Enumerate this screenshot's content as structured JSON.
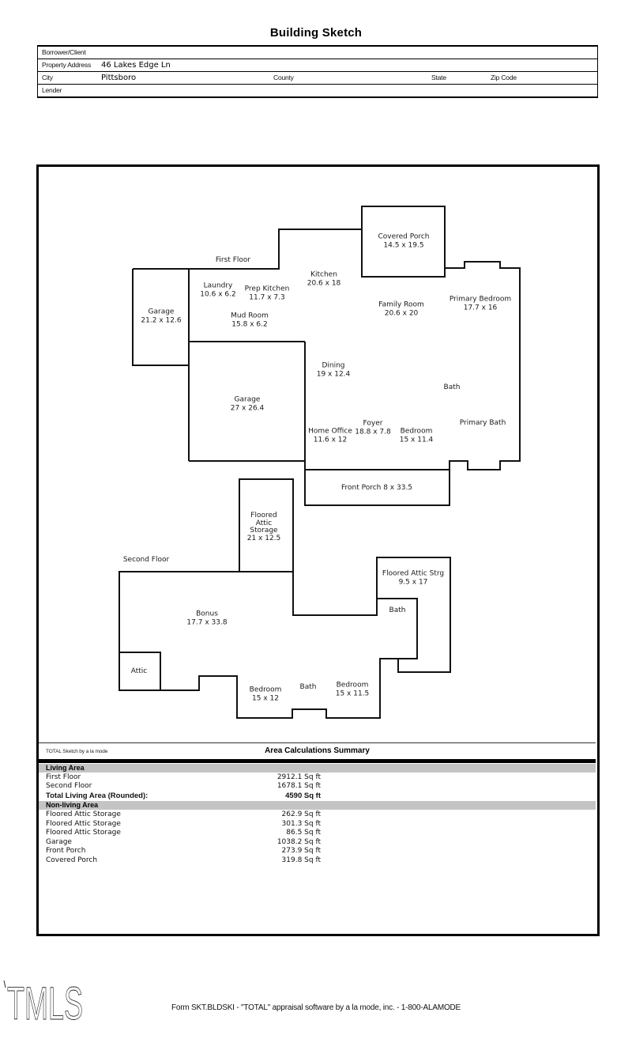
{
  "title": "Building Sketch",
  "form": {
    "borrower_label": "Borrower/Client",
    "property_label": "Property Address",
    "property_value": "46 Lakes Edge Ln",
    "city_label": "City",
    "city_value": "Pittsboro",
    "county_label": "County",
    "state_label": "State",
    "zip_label": "Zip Code",
    "lender_label": "Lender"
  },
  "sketch": {
    "first_floor": {
      "label": "First Floor",
      "rooms": {
        "covered_porch": {
          "name": "Covered Porch",
          "dims": "14.5 x 19.5"
        },
        "kitchen": {
          "name": "Kitchen",
          "dims": "20.6 x 18"
        },
        "laundry": {
          "name": "Laundry",
          "dims": "10.6 x 6.2"
        },
        "prep_kitchen": {
          "name": "Prep Kitchen",
          "dims": "11.7 x 7.3"
        },
        "family_room": {
          "name": "Family Room",
          "dims": "20.6 x 20"
        },
        "primary_bedroom": {
          "name": "Primary Bedroom",
          "dims": "17.7 x 16"
        },
        "garage_left": {
          "name": "Garage",
          "dims": "21.2 x 12.6"
        },
        "mud_room": {
          "name": "Mud Room",
          "dims": "15.8 x 6.2"
        },
        "dining": {
          "name": "Dining",
          "dims": "19 x 12.4"
        },
        "garage_main": {
          "name": "Garage",
          "dims": "27 x 26.4"
        },
        "bath": {
          "name": "Bath"
        },
        "home_office": {
          "name": "Home Office",
          "dims": "11.6 x 12"
        },
        "foyer": {
          "name": "Foyer",
          "dims": "18.8 x 7.8"
        },
        "bedroom": {
          "name": "Bedroom",
          "dims": "15 x 11.4"
        },
        "primary_bath": {
          "name": "Primary Bath"
        },
        "front_porch": {
          "name": "Front Porch 8 x 33.5"
        }
      }
    },
    "second_floor": {
      "label": "Second Floor",
      "rooms": {
        "floored_attic_storage": {
          "line1": "Floored",
          "line2": "Attic",
          "line3": "Storage",
          "dims": "21 x 12.5"
        },
        "floored_attic_strg": {
          "name": "Floored Attic Strg",
          "dims": "9.5 x 17"
        },
        "bonus": {
          "name": "Bonus",
          "dims": "17.7 x 33.8"
        },
        "bath_upper": {
          "name": "Bath"
        },
        "attic": {
          "name": "Attic"
        },
        "bedroom_left": {
          "name": "Bedroom",
          "dims": "15 x 12"
        },
        "bath_lower": {
          "name": "Bath"
        },
        "bedroom_right": {
          "name": "Bedroom",
          "dims": "15 x 11.5"
        }
      }
    }
  },
  "summary": {
    "branding": "TOTAL Sketch by a la mode",
    "heading": "Area Calculations Summary",
    "living_header": "Living Area",
    "living_rows": [
      {
        "label": "First Floor",
        "value": "2912.1 Sq ft"
      },
      {
        "label": "Second Floor",
        "value": "1678.1 Sq ft"
      }
    ],
    "total_row": {
      "label": "Total Living Area (Rounded):",
      "value": "4590 Sq ft"
    },
    "nonliving_header": "Non-living Area",
    "nonliving_rows": [
      {
        "label": "Floored Attic Storage",
        "value": "262.9 Sq ft"
      },
      {
        "label": "Floored Attic Storage",
        "value": "301.3 Sq ft"
      },
      {
        "label": "Floored Attic Storage",
        "value": "86.5 Sq ft"
      },
      {
        "label": "Garage",
        "value": "1038.2 Sq ft"
      },
      {
        "label": "Front Porch",
        "value": "273.9 Sq ft"
      },
      {
        "label": "Covered Porch",
        "value": "319.8 Sq ft"
      }
    ]
  },
  "footer": "Form SKT.BLDSKI - \"TOTAL\" appraisal software by a la mode, inc. - 1-800-ALAMODE",
  "watermark": "TMLS",
  "colors": {
    "wall": "#111111",
    "summary_bar": "#000000",
    "section_gray": "#c4c4c4"
  }
}
